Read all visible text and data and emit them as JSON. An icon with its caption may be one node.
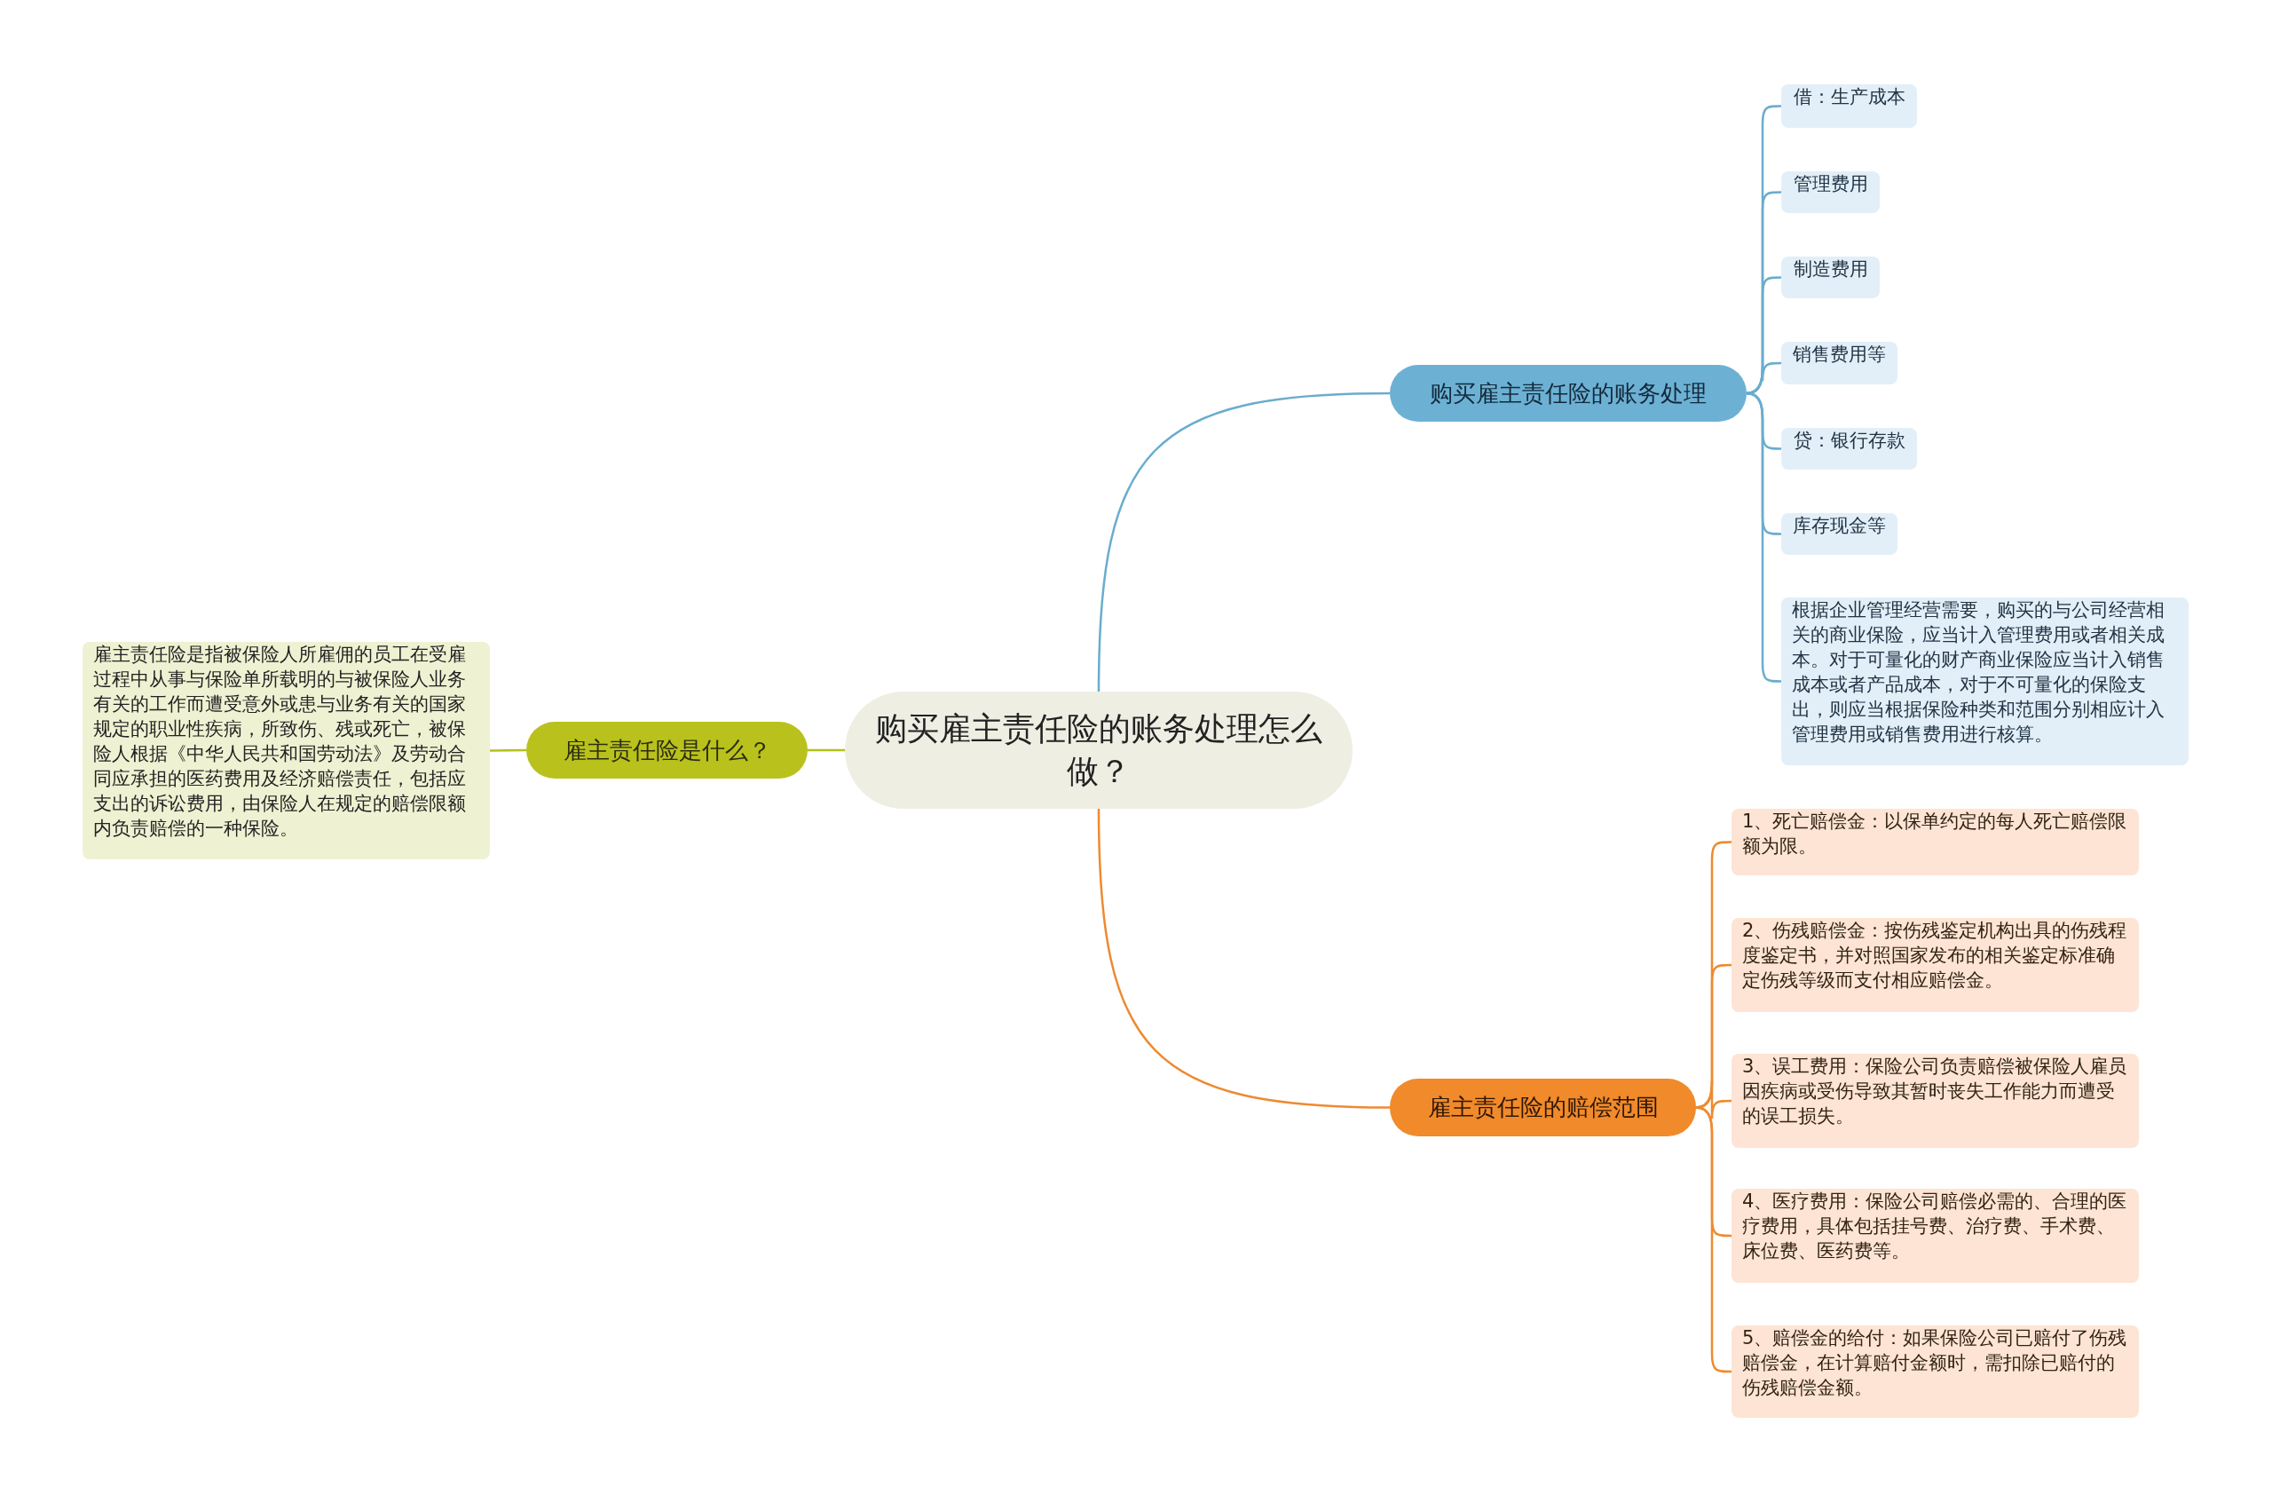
{
  "diagram": {
    "nodes": [
      {
        "text": [
          "购买雇主责任险的账务处理怎么做？"
        ]
      },
      {
        "text": [
          "雇主责任险是什么？"
        ]
      },
      {
        "text": [
          "雇主责任险是指被保险人所雇佣的员工在受雇过程中从事与保险单所载明的与被保险人业务有关的工作而遭受意外或患与业务有关的国家规定的职业性疾病，所致伤、残或死亡，被保险人根据《中华人民共和国劳动法》及劳动合同应承担的医药费用及经济赔偿责任，包括应支出的诉讼费用，由保险人在规定的赔偿限额内负责赔偿的一种保险。"
        ]
      },
      {
        "text": [
          "购买雇主责任险的账务处理"
        ]
      },
      {
        "text": [
          "借：生产成本"
        ]
      },
      {
        "text": [
          "管理费用"
        ]
      },
      {
        "text": [
          "制造费用"
        ]
      },
      {
        "text": [
          "销售费用等"
        ]
      },
      {
        "text": [
          "贷：银行存款"
        ]
      },
      {
        "text": [
          "库存现金等"
        ]
      },
      {
        "text": [
          "根据企业管理经营需要，购买的与公司经营相关的商业保险，应当计入管理费用或者相关成本。对于可量化的财产商业保险应当计入销售成本或者产品成本，对于不可量化的保险支出，则应当根据保险种类和范围分别相应计入管理费用或销售费用进行核算。"
        ]
      },
      {
        "text": [
          "雇主责任险的赔偿范围"
        ]
      },
      {
        "text": [
          "1、死亡赔偿金：以保单约定的每人死亡赔偿限额为限。"
        ]
      },
      {
        "text": [
          "2、伤残赔偿金：按伤残鉴定机构出具的伤残程度鉴定书，并对照国家发布的相关鉴定标准确定伤残等级而支付相应赔偿金。"
        ]
      },
      {
        "text": [
          "3、误工费用：保险公司负责赔偿被保险人雇员因疾病或受伤导致其暂时丧失工作能力而遭受的误工损失。"
        ]
      },
      {
        "text": [
          "4、医疗费用：保险公司赔偿必需的、合理的医疗费用，具体包括挂号费、治疗费、手术费、床位费、医药费等。"
        ]
      },
      {
        "text": [
          "5、赔偿金的给付：如果保险公司已赔付了伤残赔偿金，在计算赔付金额时，需扣除已赔付的伤残赔偿金额。"
        ]
      }
    ],
    "edges": [
      {
        "from": 0,
        "to": 1,
        "arrow": "none",
        "color": "#b5c01c"
      },
      {
        "from": 1,
        "to": 2,
        "arrow": "none",
        "color": "#b5c01c"
      },
      {
        "from": 0,
        "to": 3,
        "arrow": "none",
        "color": "#6aaccd"
      },
      {
        "from": 3,
        "to": 4,
        "arrow": "none",
        "color": "#6aaccd"
      },
      {
        "from": 3,
        "to": 5,
        "arrow": "none",
        "color": "#6aaccd"
      },
      {
        "from": 3,
        "to": 6,
        "arrow": "none",
        "color": "#6aaccd"
      },
      {
        "from": 3,
        "to": 7,
        "arrow": "none",
        "color": "#6aaccd"
      },
      {
        "from": 3,
        "to": 8,
        "arrow": "none",
        "color": "#6aaccd"
      },
      {
        "from": 3,
        "to": 9,
        "arrow": "none",
        "color": "#6aaccd"
      },
      {
        "from": 3,
        "to": 10,
        "arrow": "none",
        "color": "#6aaccd"
      },
      {
        "from": 0,
        "to": 11,
        "arrow": "none",
        "color": "#ee8a30"
      },
      {
        "from": 11,
        "to": 12,
        "arrow": "none",
        "color": "#ee8a30"
      },
      {
        "from": 11,
        "to": 13,
        "arrow": "none",
        "color": "#ee8a30"
      },
      {
        "from": 11,
        "to": 14,
        "arrow": "none",
        "color": "#ee8a30"
      },
      {
        "from": 11,
        "to": 15,
        "arrow": "none",
        "color": "#ee8a30"
      },
      {
        "from": 11,
        "to": 16,
        "arrow": "none",
        "color": "#ee8a30"
      }
    ]
  }
}
